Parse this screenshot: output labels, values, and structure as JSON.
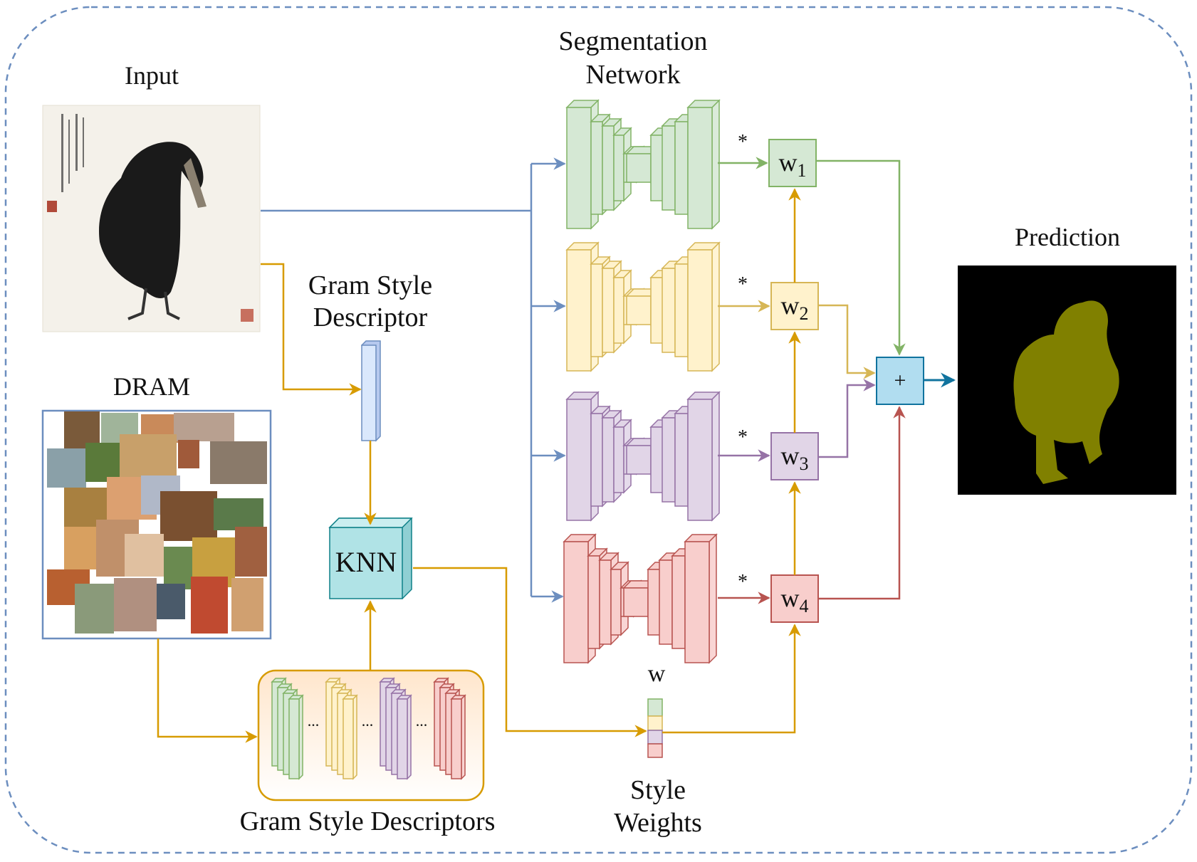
{
  "labels": {
    "input": "Input",
    "dram": "DRAM",
    "gram_style_descriptor": [
      "Gram Style",
      "Descriptor"
    ],
    "segmentation_network": [
      "Segmentation",
      "Network"
    ],
    "prediction": "Prediction",
    "knn": "KNN",
    "gram_style_descriptors": "Gram Style Descriptors",
    "style_weights": [
      "Style",
      "Weights"
    ],
    "w": "w",
    "star": "*",
    "plus": "+",
    "ellipsis": "..."
  },
  "branches": [
    {
      "name": "branch-1",
      "weight_base": "w",
      "weight_sub": "1",
      "color": "#82b366",
      "fill": "#d5e8d4"
    },
    {
      "name": "branch-2",
      "weight_base": "w",
      "weight_sub": "2",
      "color": "#d6b656",
      "fill": "#fff2cc"
    },
    {
      "name": "branch-3",
      "weight_base": "w",
      "weight_sub": "3",
      "color": "#9673a6",
      "fill": "#e1d5e7"
    },
    {
      "name": "branch-4",
      "weight_base": "w",
      "weight_sub": "4",
      "color": "#b85450",
      "fill": "#f8cecc"
    }
  ],
  "colors": {
    "blue_arrow": "#6c8ebf",
    "orange_arrow": "#d79b00",
    "output_arrow": "#10739e",
    "knn_fill": "#b0e3e6",
    "sum_fill": "#b1ddf0",
    "frame": "#6c8ebf",
    "prediction_bg": "#000000",
    "prediction_mask": "#808000"
  }
}
